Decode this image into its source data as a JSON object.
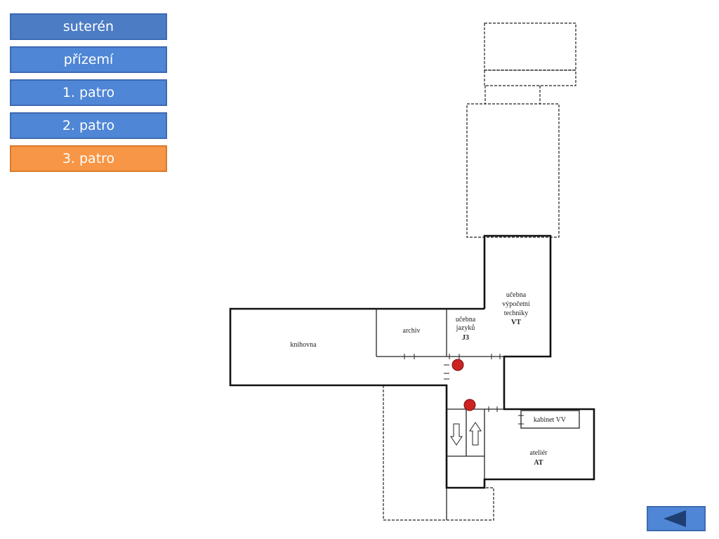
{
  "floor_menu": {
    "items": [
      {
        "label": "suterén",
        "active": false
      },
      {
        "label": "přízemí",
        "active": false
      },
      {
        "label": "1. patro",
        "active": false
      },
      {
        "label": "2. patro",
        "active": false
      },
      {
        "label": "3. patro",
        "active": true
      }
    ],
    "active_color": "#f79646",
    "default_color": "#4f86d6"
  },
  "rooms": {
    "library": "knihovna",
    "archive": "archiv",
    "language_room": [
      "učebna",
      "jazyků"
    ],
    "language_room_code": "J3",
    "computer_room": [
      "učebna",
      "výpočetní",
      "techniky"
    ],
    "computer_room_code": "VT",
    "cabinet": "kabinet VV",
    "studio": "ateliér",
    "studio_code": "AT"
  },
  "markers": {
    "color": "#cc2222",
    "count": 2
  },
  "navigation": {
    "back_icon": "left-triangle-icon",
    "color": "#4f86d6"
  }
}
